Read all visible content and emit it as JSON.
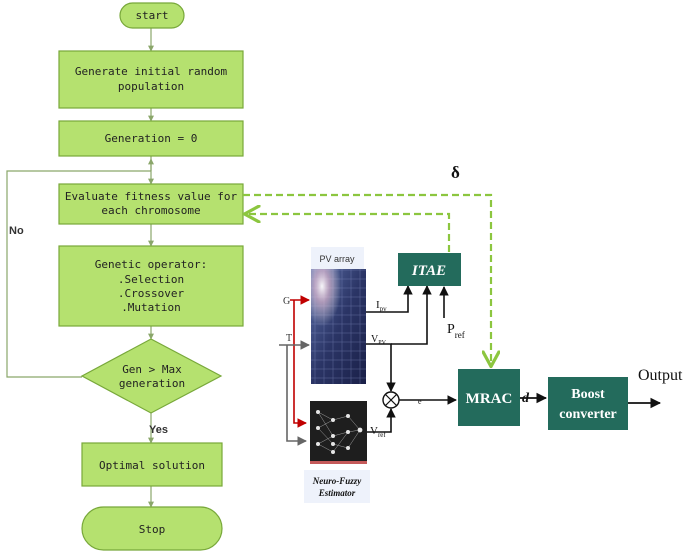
{
  "flowchart": {
    "start": "start",
    "init_line1": "Generate initial random",
    "init_line2": "population",
    "generation": "Generation = 0",
    "evaluate_line1": "Evaluate fitness value for",
    "evaluate_line2": "each chromosome",
    "genetic_line1": "Genetic operator:",
    "genetic_line2": ".Selection",
    "genetic_line3": ".Crossover",
    "genetic_line4": ".Mutation",
    "decision_line1": "Gen > Max",
    "decision_line2": "generation",
    "no_label": "No",
    "yes_label": "Yes",
    "optimal": "Optimal solution",
    "stop": "Stop"
  },
  "system": {
    "delta": "δ",
    "pv_array": "PV array",
    "itae": "ITAE",
    "g_label": "G",
    "t_label": "T",
    "ipv_main": "I",
    "ipv_sub": "pv",
    "vpv_main": "V",
    "vpv_sub": "PV",
    "pref_main": "P",
    "pref_sub": "ref",
    "vref_main": "V",
    "vref_sub": "ref",
    "e_label": "e",
    "mrac": "MRAC",
    "d_label": "d",
    "boost_line1": "Boost",
    "boost_line2": "converter",
    "output": "Output",
    "nf_line1": "Neuro-Fuzzy",
    "nf_line2": "Estimator"
  },
  "colors": {
    "flow_box_fill": "#b5e16f",
    "flow_box_stroke": "#78a83a",
    "block_fill": "#236b5c",
    "dashed_arrow": "#8cc63f",
    "temperature_arrow": "#c00000"
  }
}
